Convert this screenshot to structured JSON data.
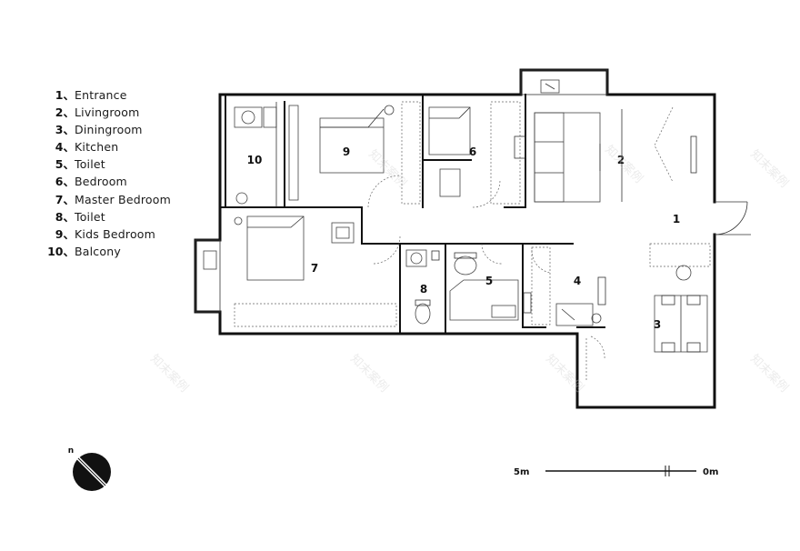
{
  "legend": [
    {
      "num": "1、",
      "name": "Entrance"
    },
    {
      "num": "2、",
      "name": "Livingroom"
    },
    {
      "num": "3、",
      "name": "Diningroom"
    },
    {
      "num": "4、",
      "name": "Kitchen"
    },
    {
      "num": "5、",
      "name": "Toilet"
    },
    {
      "num": "6、",
      "name": "Bedroom"
    },
    {
      "num": "7、",
      "name": "Master Bedroom"
    },
    {
      "num": "8、",
      "name": "Toilet"
    },
    {
      "num": "9、",
      "name": "Kids Bedroom"
    },
    {
      "num": "10、",
      "name": "Balcony"
    }
  ],
  "room_labels": {
    "r1": "1",
    "r2": "2",
    "r3": "3",
    "r4": "4",
    "r5": "5",
    "r6": "6",
    "r7": "7",
    "r8": "8",
    "r9": "9",
    "r10": "10"
  },
  "compass": {
    "label": "n"
  },
  "scale": {
    "left": "5m",
    "right": "0m"
  },
  "watermark": "知末案例"
}
